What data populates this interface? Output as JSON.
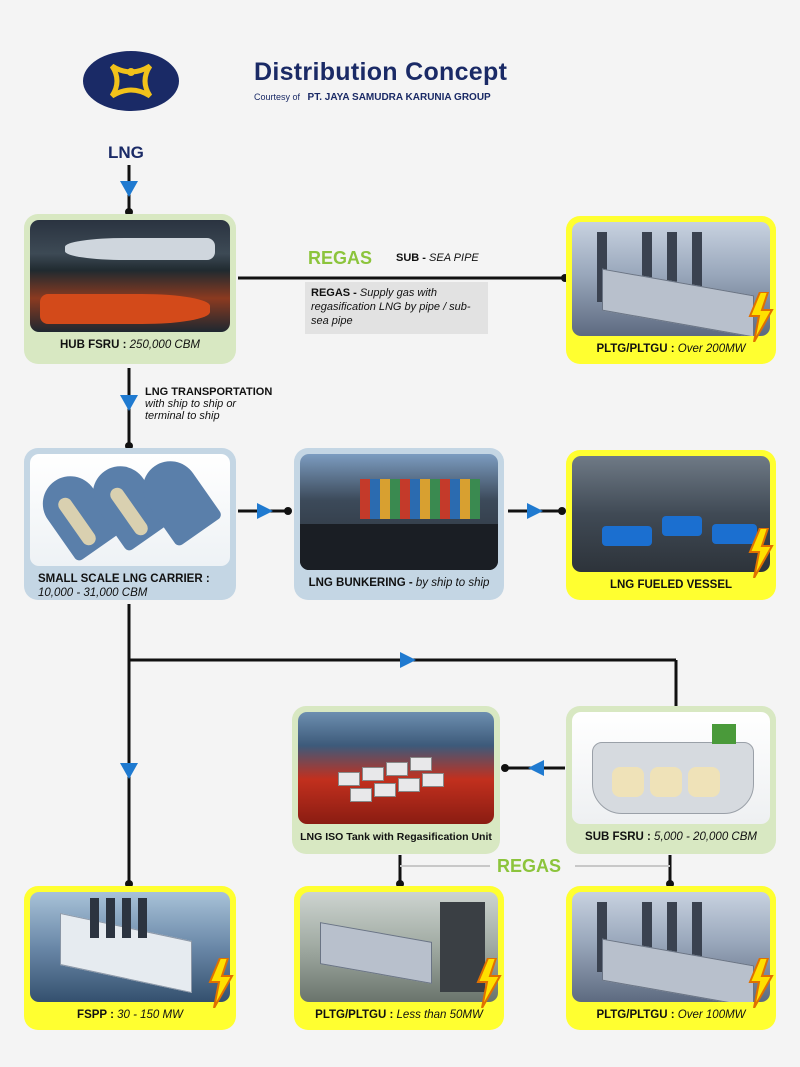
{
  "header": {
    "title": "Distribution Concept",
    "courtesy_prefix": "Courtesy of",
    "courtesy_company": "PT. JAYA SAMUDRA KARUNIA GROUP",
    "logo_icon": "company-logo-icon"
  },
  "nodes": {
    "lng_label": "LNG",
    "hub": {
      "name": "HUB FSRU :",
      "detail": "250,000 CBM"
    },
    "pltg_top": {
      "name": "PLTG/PLTGU :",
      "detail": "Over 200MW"
    },
    "regas": {
      "title": "REGAS",
      "sub_name": "SUB -",
      "sub_detail": "SEA PIPE",
      "desc_name": "REGAS -",
      "desc_text": "Supply gas with regasification LNG by pipe / sub-sea pipe"
    },
    "transport": {
      "title": "LNG TRANSPORTATION",
      "line1": "with ship to ship or",
      "line2": "terminal to ship"
    },
    "small_carrier": {
      "name": "SMALL SCALE LNG CARRIER :",
      "detail": "10,000 - 31,000 CBM"
    },
    "bunkering": {
      "name": "LNG BUNKERING -",
      "detail": "by ship to ship"
    },
    "fueled_vessel": {
      "name": "LNG FUELED VESSEL"
    },
    "iso_tank": {
      "name": "LNG ISO Tank with Regasification Unit"
    },
    "sub_fsru": {
      "name": "SUB FSRU :",
      "detail": "5,000 - 20,000 CBM"
    },
    "regas_lower": "REGAS",
    "fspp": {
      "name": "FSPP :",
      "detail": "30 - 150 MW"
    },
    "pltg_small": {
      "name": "PLTG/PLTGU :",
      "detail": "Less than 50MW"
    },
    "pltg_100": {
      "name": "PLTG/PLTGU :",
      "detail": "Over 100MW"
    }
  },
  "colors": {
    "navy": "#1a2a66",
    "arrow_blue": "#1f7ad0",
    "regas_green": "#8cc43c",
    "hub_card": "#d8e8c2",
    "carrier_card": "#c4d6e4",
    "power_card": "#ffff30"
  },
  "icons": [
    "company-logo-icon",
    "lightning-bolt-icon",
    "flow-arrow-icon"
  ]
}
